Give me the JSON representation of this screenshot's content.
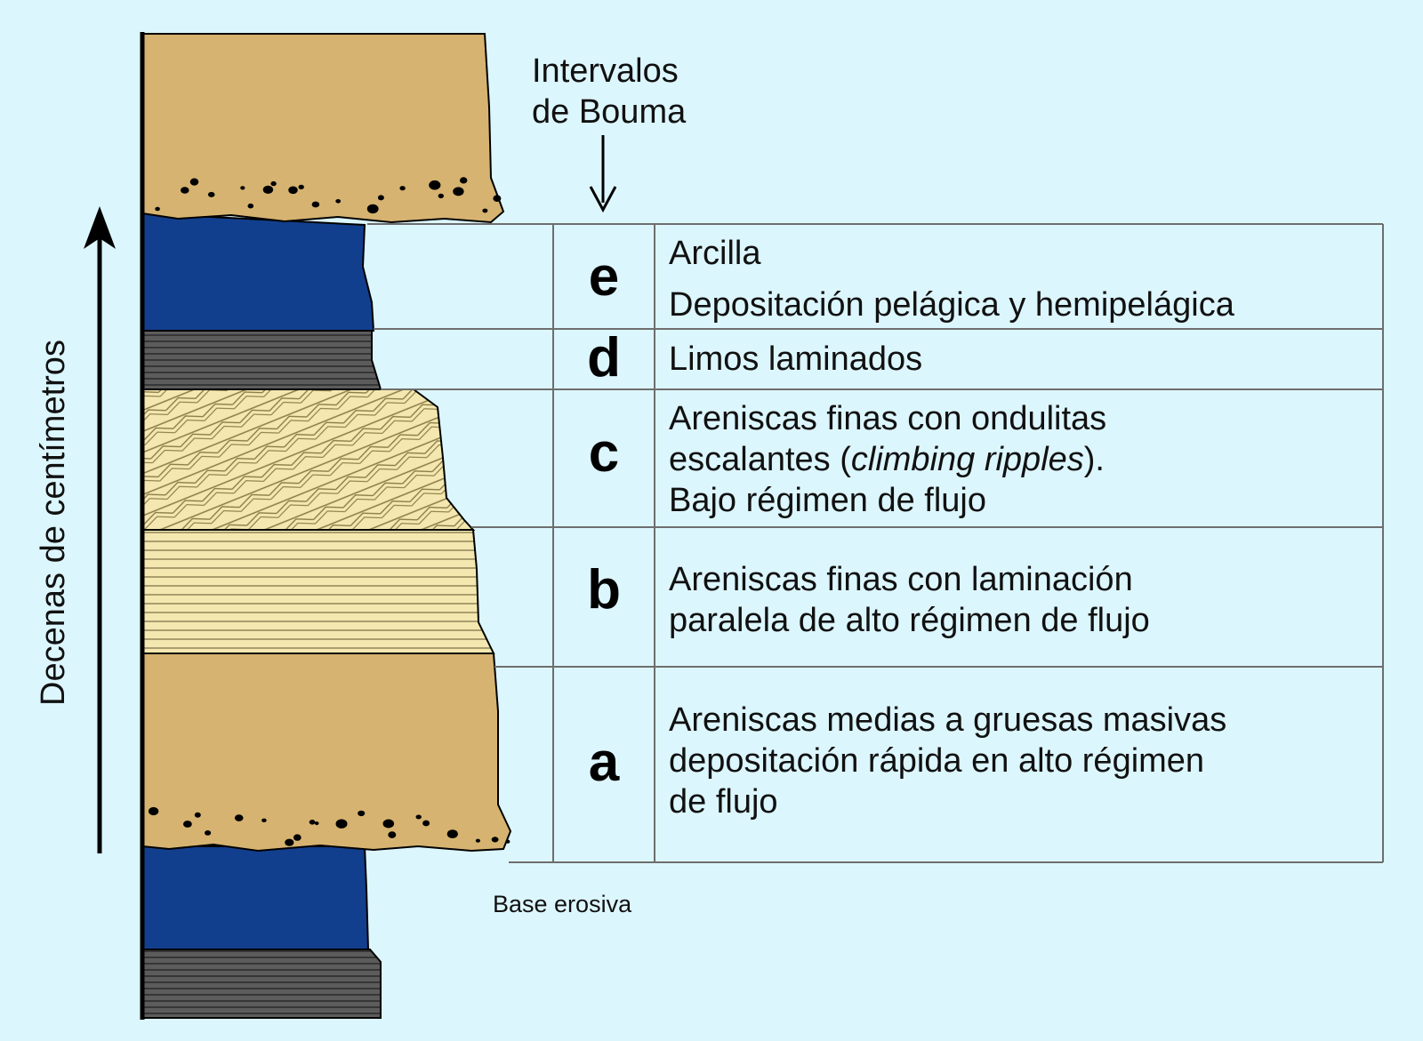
{
  "axis_label": "Decenas de centímetros",
  "header": {
    "line1": "Intervalos",
    "line2": "de Bouma"
  },
  "base_label": "Base erosiva",
  "intervals": [
    {
      "letter": "e",
      "lines": [
        {
          "text": "Arcilla"
        },
        {
          "text": "Depositación pelágica y hemipelágica"
        }
      ]
    },
    {
      "letter": "d",
      "lines": [
        {
          "text": "Limos laminados"
        }
      ]
    },
    {
      "letter": "c",
      "lines": [
        {
          "text": "Areniscas finas con ondulitas"
        },
        {
          "pre": "escalantes (",
          "em": "climbing ripples",
          "post": ")."
        },
        {
          "text": "Bajo régimen de flujo"
        }
      ]
    },
    {
      "letter": "b",
      "lines": [
        {
          "text": "Areniscas finas con laminación"
        },
        {
          "text": "paralela de alto régimen de flujo"
        }
      ]
    },
    {
      "letter": "a",
      "lines": [
        {
          "text": "Areniscas medias a gruesas masivas"
        },
        {
          "text": "depositación rápida en alto régimen"
        },
        {
          "text": "de flujo"
        }
      ]
    }
  ],
  "colors": {
    "background": "#dcf6fd",
    "sand": "#d6b370",
    "fine_sand": "#f4e8b0",
    "clay": "#123f8d",
    "silt": "#5c5c5c",
    "outline": "#000000",
    "grid": "#6e6e6e"
  }
}
